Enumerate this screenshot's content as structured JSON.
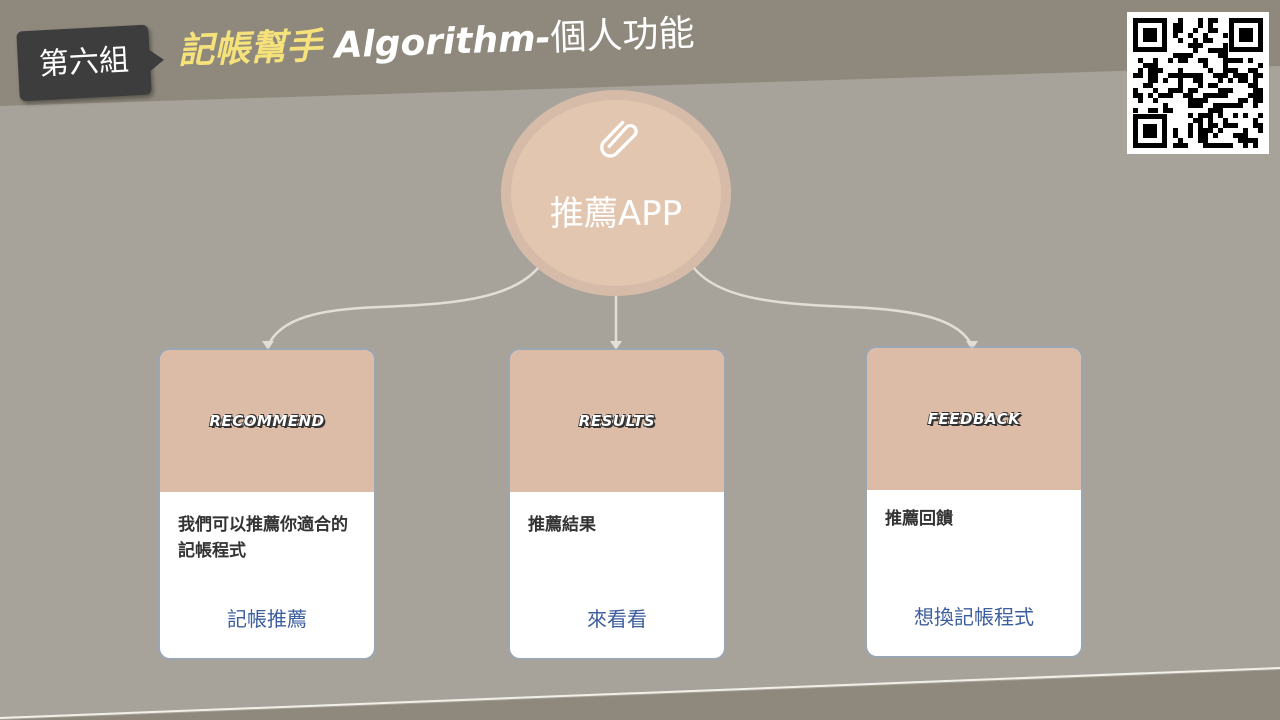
{
  "header": {
    "group_tag": "第六組",
    "title_highlight": "記帳幫手",
    "title_main": " Algorithm-",
    "title_suffix": "個人功能"
  },
  "hub": {
    "icon": "paperclip-icon",
    "label": "推薦APP"
  },
  "cards": [
    {
      "heading": "RECOMMEND",
      "description": "我們可以推薦你適合的記帳程式",
      "link": "記帳推薦"
    },
    {
      "heading": "RESULTS",
      "description": "推薦結果",
      "link": "來看看"
    },
    {
      "heading": "FEEDBACK",
      "description": "推薦回饋",
      "link": "想換記帳程式"
    }
  ],
  "colors": {
    "background": "#a8a39a",
    "band": "#8f897d",
    "hub": "#e2c6b0",
    "card_header": "#dcbca6",
    "title_highlight": "#f6e27a",
    "link": "#3d5e9e"
  }
}
